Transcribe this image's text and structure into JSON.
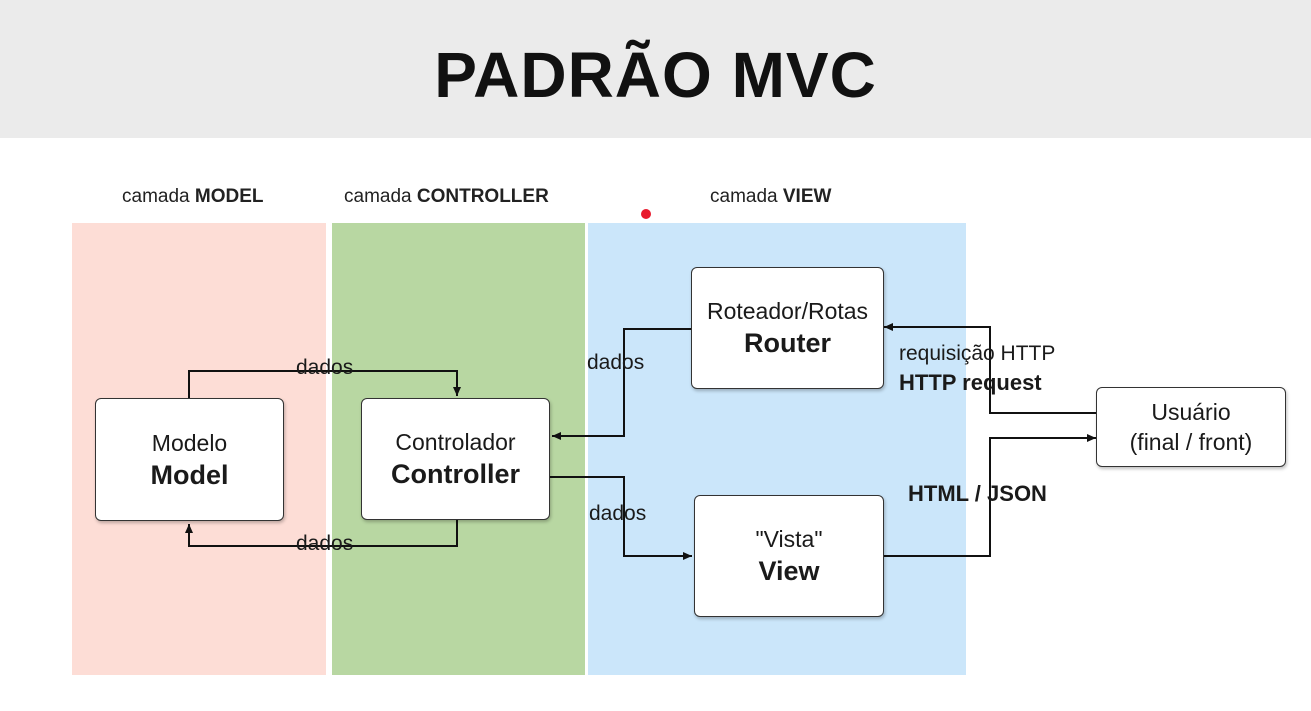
{
  "title": "PADRÃO MVC",
  "layers": {
    "model": {
      "prefix": "camada ",
      "name": "MODEL",
      "color": "#fdddd6"
    },
    "controller": {
      "prefix": "camada ",
      "name": "CONTROLLER",
      "color": "#b8d7a2"
    },
    "view": {
      "prefix": "camada ",
      "name": "VIEW",
      "color": "#cbe6fa"
    }
  },
  "nodes": {
    "model": {
      "line1": "Modelo",
      "line2": "Model"
    },
    "controller": {
      "line1": "Controlador",
      "line2": "Controller"
    },
    "router": {
      "line1": "Roteador/Rotas",
      "line2": "Router"
    },
    "view": {
      "line1": "\"Vista\"",
      "line2": "View"
    },
    "user": {
      "line1": "Usuário",
      "line2": "(final / front)"
    }
  },
  "edges": {
    "controller_to_model": "dados",
    "model_to_controller": "dados",
    "router_to_controller": "dados",
    "controller_to_view": "dados",
    "request_line1": "requisição HTTP",
    "request_line2": "HTTP request",
    "response": "HTML / JSON"
  }
}
